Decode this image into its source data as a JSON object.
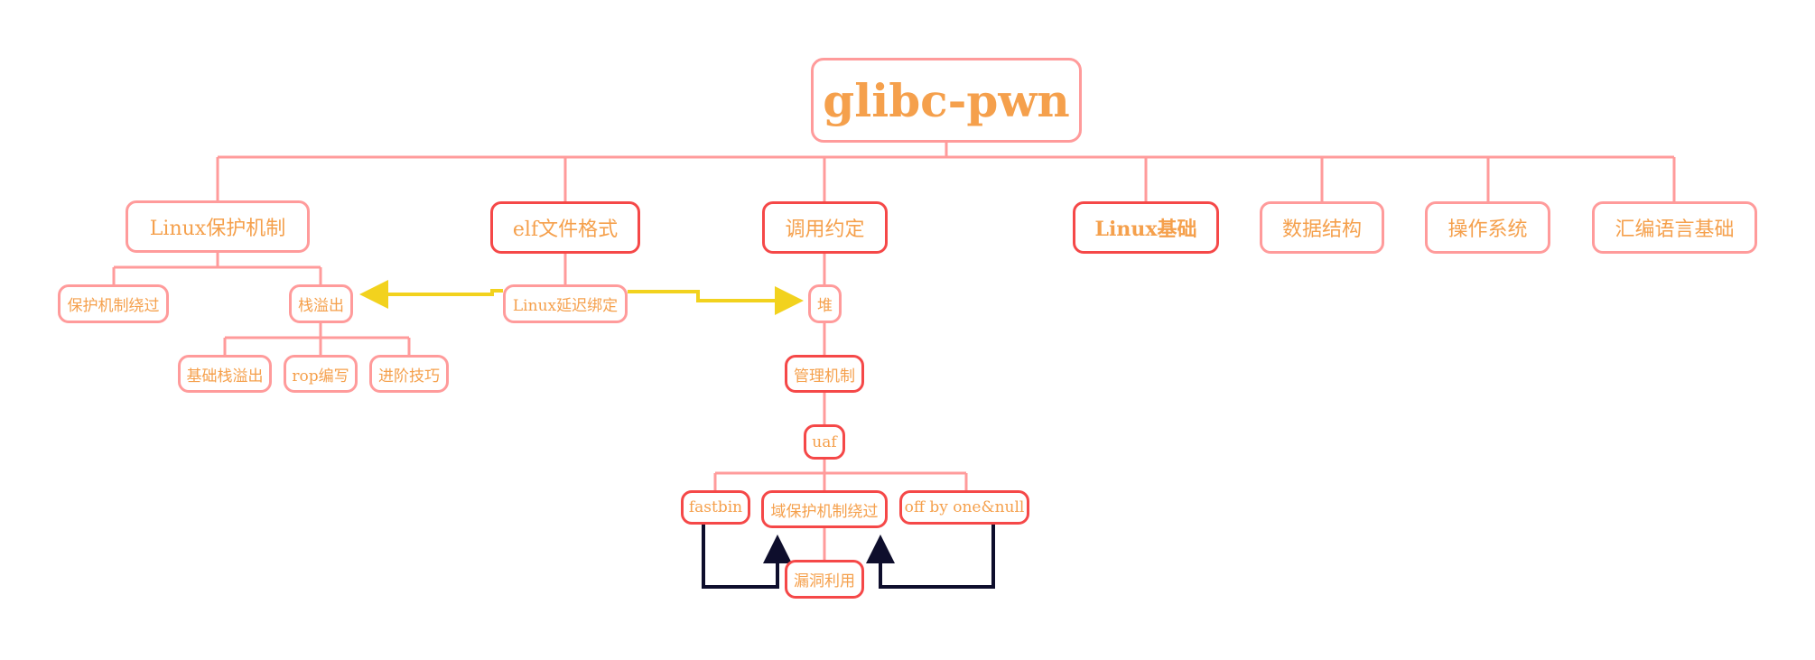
{
  "diagram": {
    "title": "glibc-pwn",
    "colors": {
      "text": "#f5a04c",
      "border_light": "#ff9b9b",
      "border_strong": "#f54848",
      "connector": "#ff9b9b",
      "relation_yellow": "#f2d21e",
      "relation_dark": "#0e0e2c",
      "background": "#ffffff"
    },
    "nodes": {
      "root": {
        "label": "glibc-pwn"
      },
      "linux_protection": {
        "label": "Linux保护机制"
      },
      "elf_format": {
        "label": "elf文件格式"
      },
      "calling_convention": {
        "label": "调用约定"
      },
      "linux_basics": {
        "label": "Linux基础"
      },
      "data_structures": {
        "label": "数据结构"
      },
      "operating_system": {
        "label": "操作系统"
      },
      "assembly_basics": {
        "label": "汇编语言基础"
      },
      "protection_bypass": {
        "label": "保护机制绕过"
      },
      "stack_overflow": {
        "label": "栈溢出"
      },
      "basic_stack_overflow": {
        "label": "基础栈溢出"
      },
      "rop_writing": {
        "label": "rop编写"
      },
      "advanced_techniques": {
        "label": "进阶技巧"
      },
      "linux_lazy_binding": {
        "label": "Linux延迟绑定"
      },
      "heap": {
        "label": "堆"
      },
      "management_mechanism": {
        "label": "管理机制"
      },
      "uaf": {
        "label": "uaf"
      },
      "fastbin": {
        "label": "fastbin"
      },
      "domain_protection_bypass": {
        "label": "域保护机制绕过"
      },
      "off_by_one_null": {
        "label": "off by one&null"
      },
      "vulnerability_exploitation": {
        "label": "漏洞利用"
      }
    },
    "edges": [
      {
        "from": "root",
        "to": "linux_protection",
        "type": "tree"
      },
      {
        "from": "root",
        "to": "elf_format",
        "type": "tree"
      },
      {
        "from": "root",
        "to": "calling_convention",
        "type": "tree"
      },
      {
        "from": "root",
        "to": "linux_basics",
        "type": "tree"
      },
      {
        "from": "root",
        "to": "data_structures",
        "type": "tree"
      },
      {
        "from": "root",
        "to": "operating_system",
        "type": "tree"
      },
      {
        "from": "root",
        "to": "assembly_basics",
        "type": "tree"
      },
      {
        "from": "linux_protection",
        "to": "protection_bypass",
        "type": "tree"
      },
      {
        "from": "linux_protection",
        "to": "stack_overflow",
        "type": "tree"
      },
      {
        "from": "stack_overflow",
        "to": "basic_stack_overflow",
        "type": "tree"
      },
      {
        "from": "stack_overflow",
        "to": "rop_writing",
        "type": "tree"
      },
      {
        "from": "stack_overflow",
        "to": "advanced_techniques",
        "type": "tree"
      },
      {
        "from": "elf_format",
        "to": "linux_lazy_binding",
        "type": "tree"
      },
      {
        "from": "calling_convention",
        "to": "heap",
        "type": "tree"
      },
      {
        "from": "heap",
        "to": "management_mechanism",
        "type": "tree"
      },
      {
        "from": "management_mechanism",
        "to": "uaf",
        "type": "tree"
      },
      {
        "from": "uaf",
        "to": "fastbin",
        "type": "tree"
      },
      {
        "from": "uaf",
        "to": "domain_protection_bypass",
        "type": "tree"
      },
      {
        "from": "uaf",
        "to": "off_by_one_null",
        "type": "tree"
      },
      {
        "from": "domain_protection_bypass",
        "to": "vulnerability_exploitation",
        "type": "tree"
      },
      {
        "from": "linux_lazy_binding",
        "to": "stack_overflow",
        "type": "relation-yellow"
      },
      {
        "from": "linux_lazy_binding",
        "to": "heap",
        "type": "relation-yellow"
      },
      {
        "from": "fastbin",
        "to": "domain_protection_bypass",
        "type": "relation-dark"
      },
      {
        "from": "off_by_one_null",
        "to": "domain_protection_bypass",
        "type": "relation-dark"
      }
    ]
  }
}
